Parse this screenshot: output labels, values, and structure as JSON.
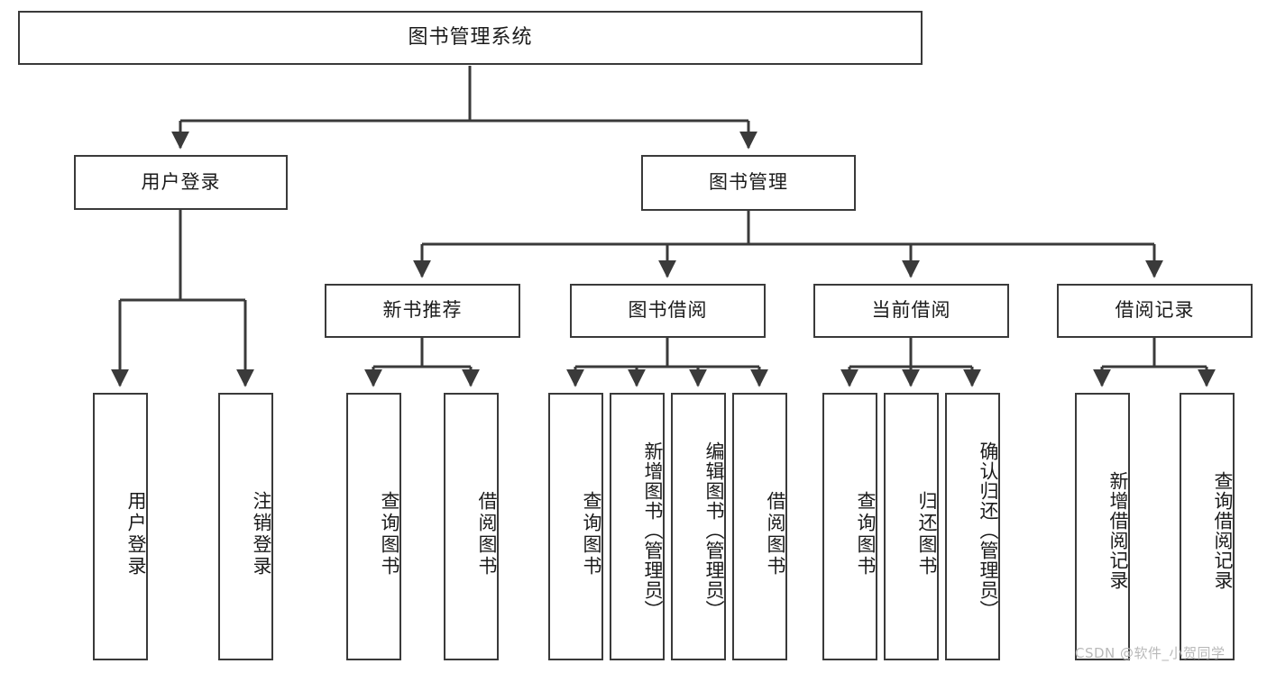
{
  "diagram": {
    "title": "图书管理系统",
    "type": "hierarchy-tree",
    "levels": 4,
    "root": {
      "id": "root",
      "label": "图书管理系统"
    },
    "level2": [
      {
        "id": "user-login",
        "label": "用户登录"
      },
      {
        "id": "book-manage",
        "label": "图书管理"
      }
    ],
    "level3": [
      {
        "id": "new-book-recommend",
        "label": "新书推荐",
        "parent": "book-manage"
      },
      {
        "id": "book-borrow",
        "label": "图书借阅",
        "parent": "book-manage"
      },
      {
        "id": "current-borrow",
        "label": "当前借阅",
        "parent": "book-manage"
      },
      {
        "id": "borrow-record",
        "label": "借阅记录",
        "parent": "book-manage"
      }
    ],
    "leaves": {
      "user-login": [
        {
          "id": "leaf-user-login",
          "label": "用户登录"
        },
        {
          "id": "leaf-logout-login",
          "label": "注销登录"
        }
      ],
      "new-book-recommend": [
        {
          "id": "leaf-query-book-1",
          "label": "查询图书"
        },
        {
          "id": "leaf-borrow-book-1",
          "label": "借阅图书"
        }
      ],
      "book-borrow": [
        {
          "id": "leaf-query-book-2",
          "label": "查询图书"
        },
        {
          "id": "leaf-add-book",
          "label": "新增图书（管理员）"
        },
        {
          "id": "leaf-edit-book",
          "label": "编辑图书（管理员）"
        },
        {
          "id": "leaf-borrow-book-2",
          "label": "借阅图书"
        }
      ],
      "current-borrow": [
        {
          "id": "leaf-query-book-3",
          "label": "查询图书"
        },
        {
          "id": "leaf-return-book",
          "label": "归还图书"
        },
        {
          "id": "leaf-confirm-return",
          "label": "确认归还（管理员）"
        }
      ],
      "borrow-record": [
        {
          "id": "leaf-add-record",
          "label": "新增借阅记录"
        },
        {
          "id": "leaf-query-record",
          "label": "查询借阅记录"
        }
      ]
    },
    "colors": {
      "box_border": "#3a3a3a",
      "box_fill": "#ffffff",
      "edge": "#3a3a3a",
      "text": "#1b1b1b",
      "background": "#ffffff",
      "watermark": "#b9b9b9"
    }
  },
  "watermark": {
    "text": "CSDN @软件_小贺同学"
  }
}
